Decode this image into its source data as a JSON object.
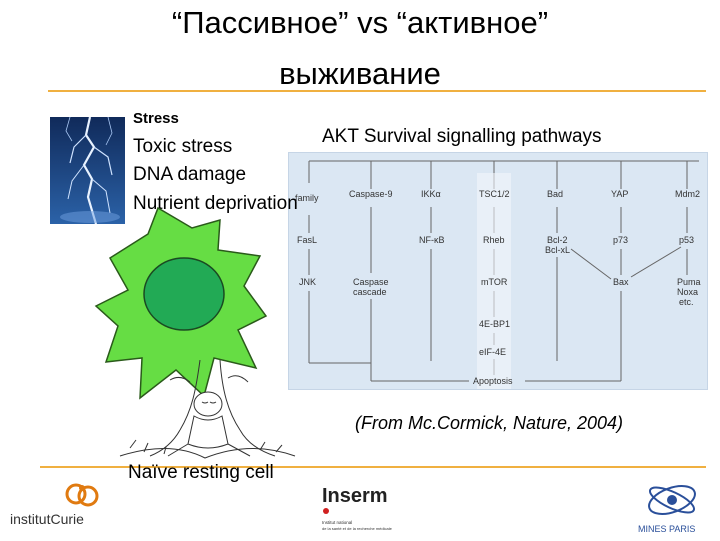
{
  "title_line1": "“Пассивное” vs “активное”",
  "title_line2": "выживание",
  "stress": {
    "heading": "Stress",
    "items": [
      "Toxic stress",
      "DNA damage",
      "Nutrient deprivation"
    ]
  },
  "pathway": {
    "title": "AKT Survival signalling pathways",
    "nodes": {
      "family": "family",
      "caspase9": "Caspase-9",
      "ikka": "IKKα",
      "tsc12": "TSC1/2",
      "bad": "Bad",
      "yap": "YAP",
      "mdm2": "Mdm2",
      "fasl": "FasL",
      "nfkb": "NF-κB",
      "rheb": "Rheb",
      "bcl2": "Bcl-2",
      "bclxl": "Bcl-xL",
      "p73": "p73",
      "p53": "p53",
      "jnk": "JNK",
      "caspase": "Caspase",
      "cascade": "cascade",
      "mtor": "mTOR",
      "bax": "Bax",
      "puma": "Puma",
      "noxa": "Noxa",
      "etc": "etc.",
      "ebp1": "4E-BP1",
      "eif4e": "eIF-4E",
      "apoptosis": "Apoptosis"
    }
  },
  "citation": "(From Mc.Cormick, Nature, 2004)",
  "cell_label": "Naïve resting cell",
  "logos": {
    "curie": "institutCurie",
    "inserm": "Inserm",
    "inserm_sub1": "Institut national",
    "inserm_sub2": "de la santé et de la recherche médicale",
    "mines": "MINES PARIS"
  },
  "colors": {
    "rule": "#f0b040",
    "cell_fill": "#66dd44",
    "nucleus_fill": "#22aa55",
    "pathway_bg": "#dbe7f3",
    "lightning_bg": "#1a3f7a"
  }
}
